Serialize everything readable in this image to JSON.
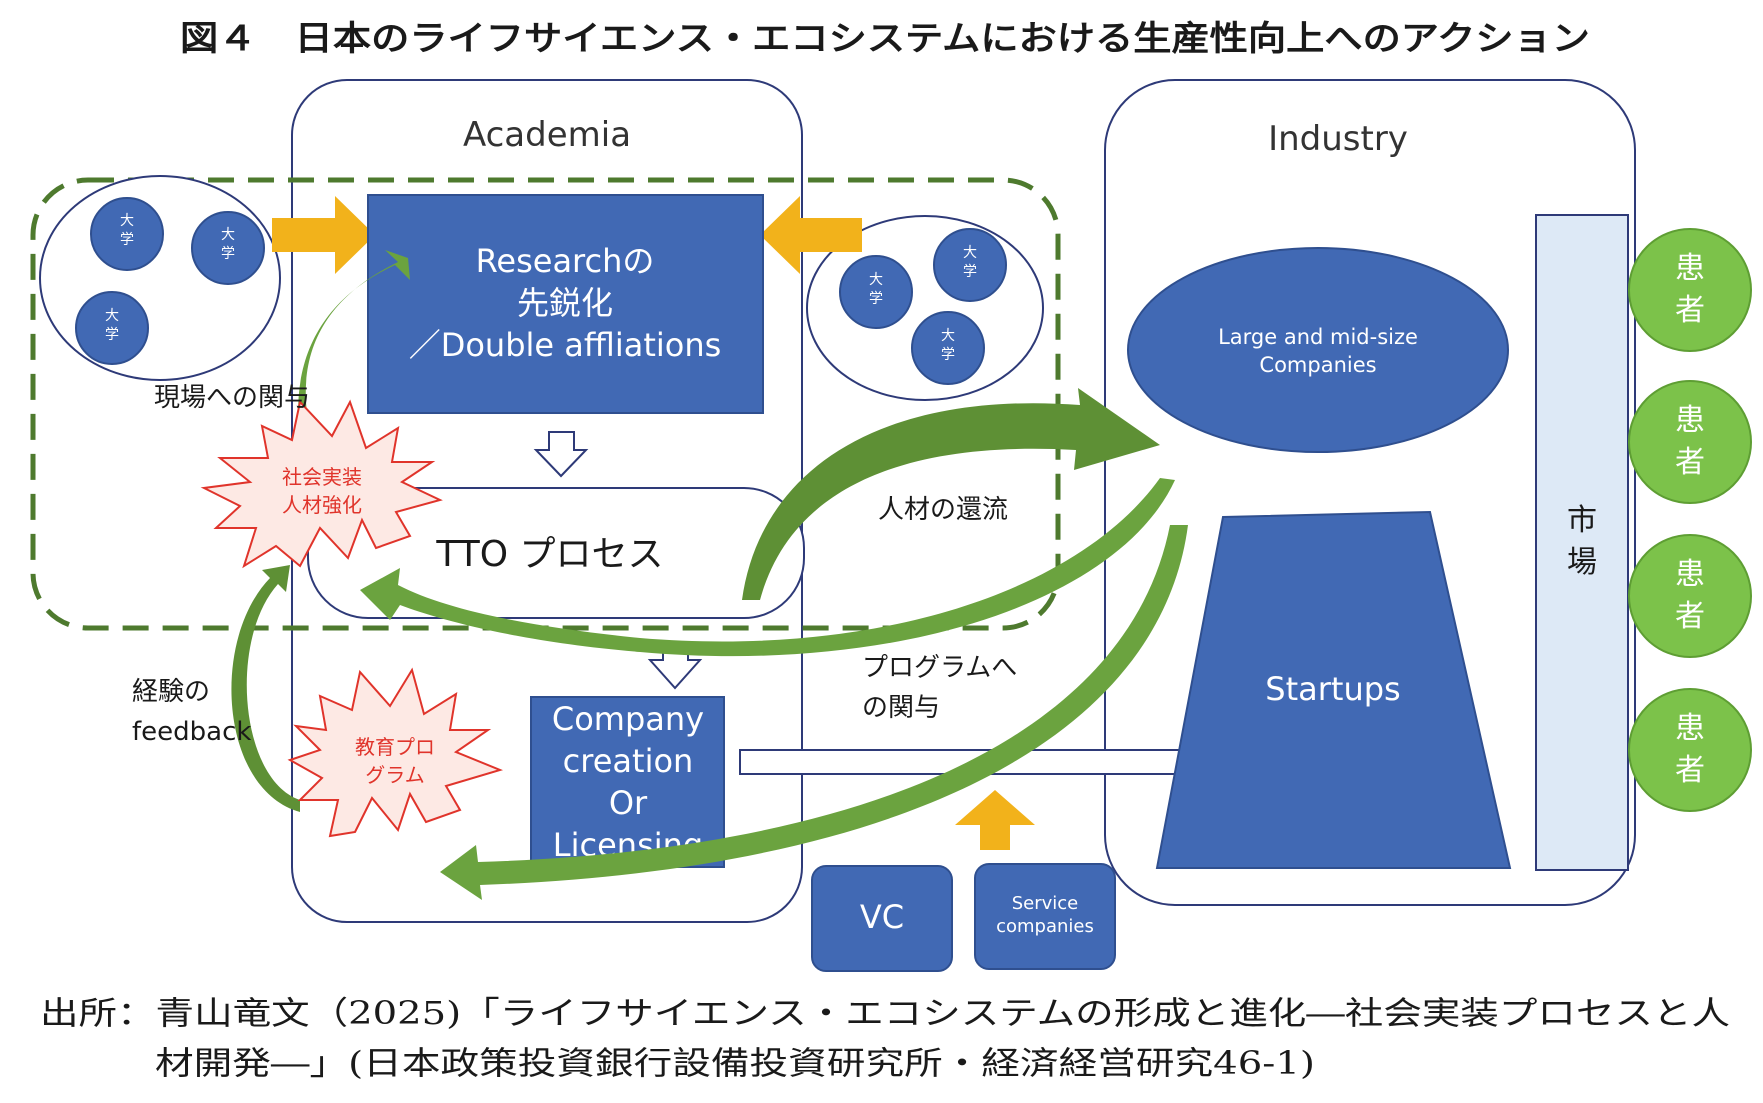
{
  "title": "図４　日本のライフサイエンス・エコシステムにおける生産性向上へのアクション",
  "academia": {
    "label": "Academia",
    "research_box": [
      "Researchの",
      "先鋭化",
      "／Double affliations"
    ],
    "tto_box": "TTO プロセス",
    "company_box": [
      "Company",
      "creation",
      "Or",
      "Licensing"
    ],
    "starburst_social": [
      "社会実装",
      "人材強化"
    ],
    "starburst_education": [
      "教育プロ",
      "グラム"
    ]
  },
  "university_label": "大学",
  "industry": {
    "label": "Industry",
    "large_companies": [
      "Large and mid-size",
      "Companies"
    ],
    "startups": "Startups",
    "market": [
      "市",
      "場"
    ]
  },
  "patients": [
    "患者",
    "患者",
    "患者",
    "患者"
  ],
  "vc": "VC",
  "service_companies": [
    "Service",
    "companies"
  ],
  "annotations": {
    "field_involvement": "現場への関与",
    "talent_return": "人材の還流",
    "experience_feedback": [
      "経験の",
      "feedback"
    ],
    "program_involvement": [
      "プログラムへ",
      "の関与"
    ]
  },
  "source": [
    "出所：青山竜文（2025)「ライフサイエンス・エコシステムの形成と進化―社会実装プロセスと人",
    "材開発―」(日本政策投資銀行設備投資研究所・経済経営研究46-1)"
  ],
  "colors": {
    "box_blue": "#4169B4",
    "box_stroke": "#2F4F8F",
    "outline_navy": "#2E3A78",
    "arrow_green": "#6BA33F",
    "arrow_green_dark": "#4D7F2A",
    "dashed_green": "#4E7A2E",
    "arrow_yellow": "#F2B21B",
    "patient_green": "#7CC24A",
    "market_fill": "#DDE9F6",
    "star_fill": "#FDE9E4",
    "star_stroke": "#E0342B",
    "star_text": "#E0342B"
  }
}
